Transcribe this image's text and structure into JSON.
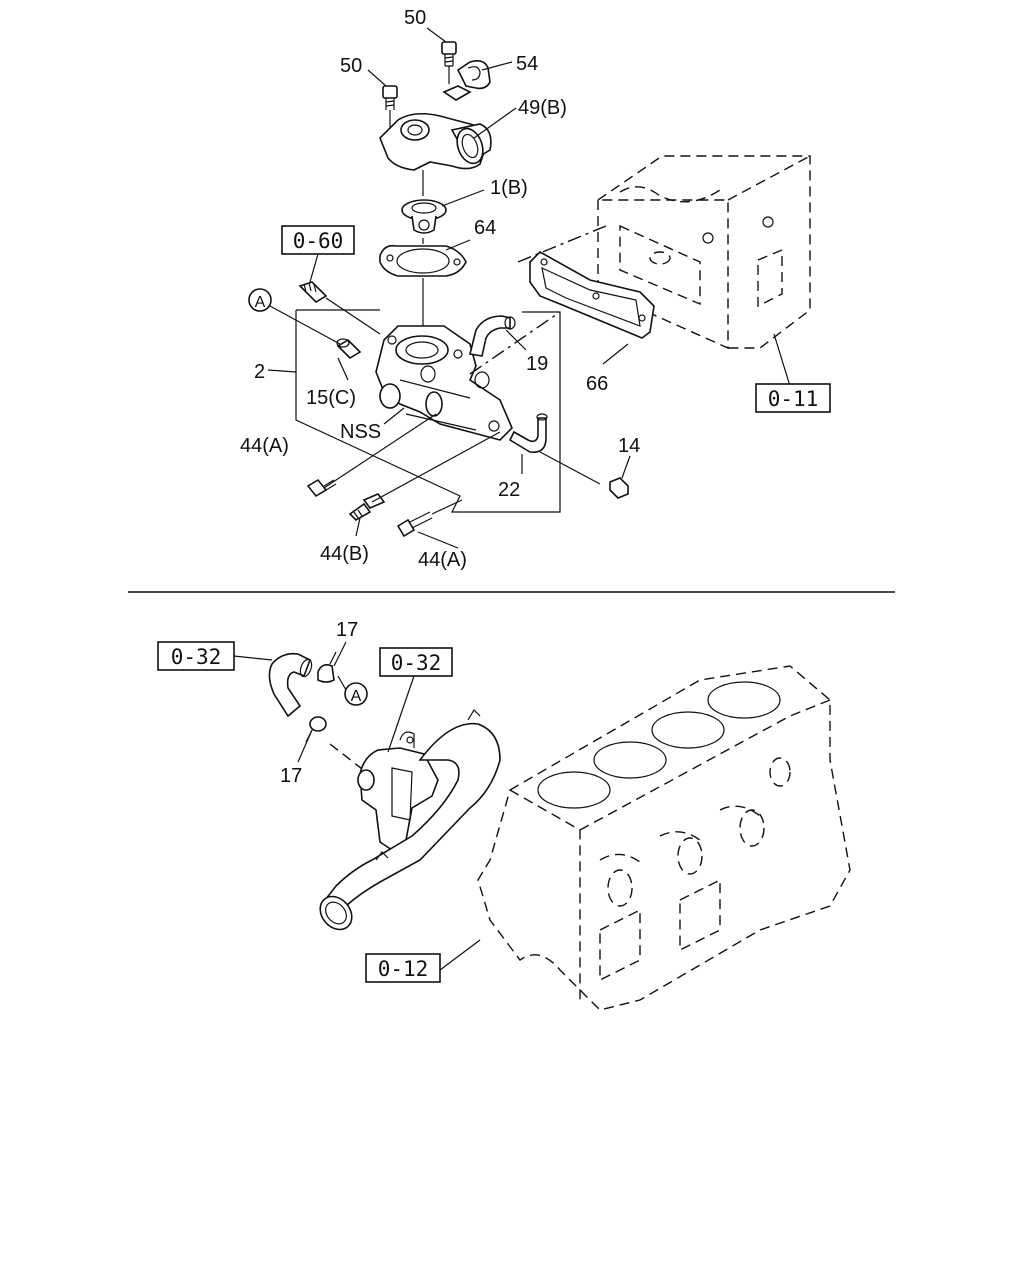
{
  "callouts": {
    "c50a": "50",
    "c50b": "50",
    "c54": "54",
    "c49b": "49(B)",
    "c1b": "1(B)",
    "c64": "64",
    "c19": "19",
    "c66": "66",
    "c2": "2",
    "c15c": "15(C)",
    "nss": "NSS",
    "c44a_left": "44(A)",
    "c44b": "44(B)",
    "c44a_bottom": "44(A)",
    "c22": "22",
    "c14": "14",
    "c17_top": "17",
    "c17_bottom": "17",
    "circle_a_top": "A",
    "circle_a_bottom": "A"
  },
  "refs": {
    "r060": "0-60",
    "r011": "0-11",
    "r032_left": "0-32",
    "r032_right": "0-32",
    "r012": "0-12"
  }
}
